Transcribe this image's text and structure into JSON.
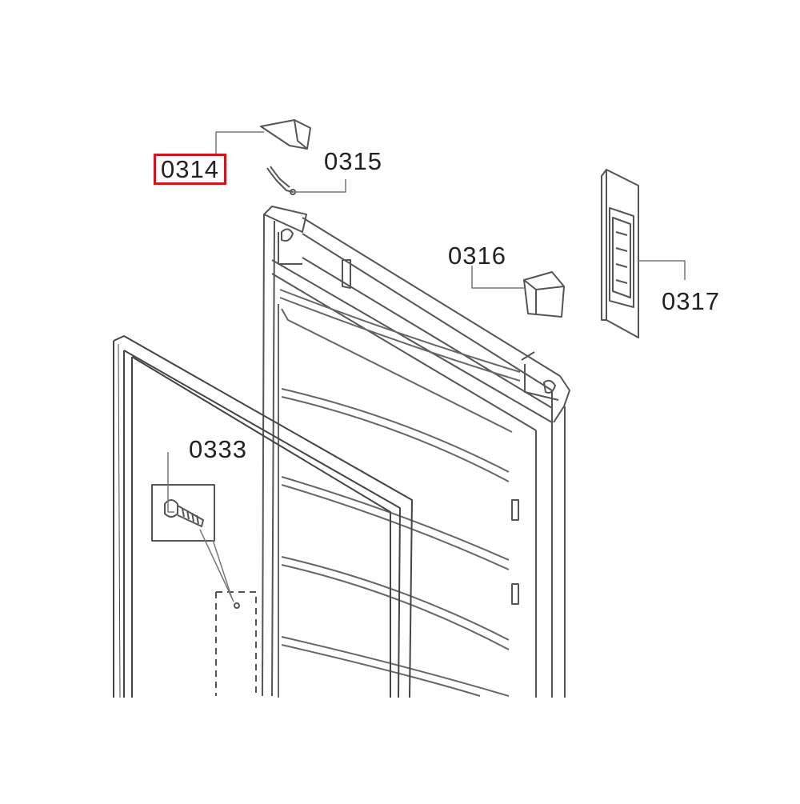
{
  "diagram": {
    "highlight_color": "#d8121b",
    "callouts": [
      {
        "id": "0314",
        "text": "0314",
        "highlighted": true
      },
      {
        "id": "0315",
        "text": "0315",
        "highlighted": false
      },
      {
        "id": "0316",
        "text": "0316",
        "highlighted": false
      },
      {
        "id": "0317",
        "text": "0317",
        "highlighted": false
      },
      {
        "id": "0333",
        "text": "0333",
        "highlighted": false
      }
    ]
  }
}
